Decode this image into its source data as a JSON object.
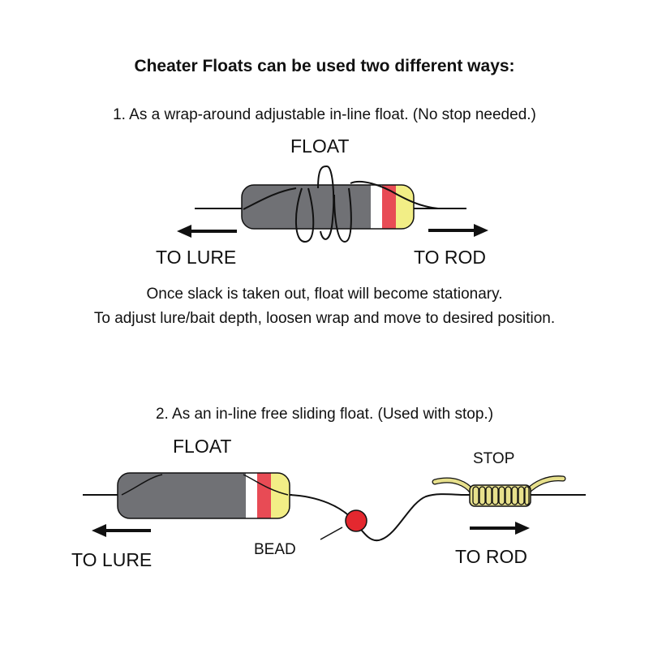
{
  "title": "Cheater Floats can be used two different ways:",
  "method1": {
    "heading": "1. As a wrap-around adjustable in-line float. (No stop needed.)",
    "float_label": "FLOAT",
    "to_lure": "TO LURE",
    "to_rod": "TO ROD",
    "note_line1": "Once slack is taken out, float will become stationary.",
    "note_line2": "To adjust lure/bait depth, loosen wrap and move to desired position."
  },
  "method2": {
    "heading": "2. As an in-line free sliding float. (Used with stop.)",
    "float_label": "FLOAT",
    "stop_label": "STOP",
    "bead_label": "BEAD",
    "to_lure": "TO LURE",
    "to_rod": "TO ROD"
  },
  "colors": {
    "float_body": "#707175",
    "float_white": "#ffffff",
    "float_red": "#e84b55",
    "float_yellow": "#f2ee86",
    "bead": "#e4282f",
    "stop": "#e7e08c",
    "line": "#111111"
  },
  "icons": [
    "arrow-left-icon",
    "arrow-right-icon"
  ]
}
